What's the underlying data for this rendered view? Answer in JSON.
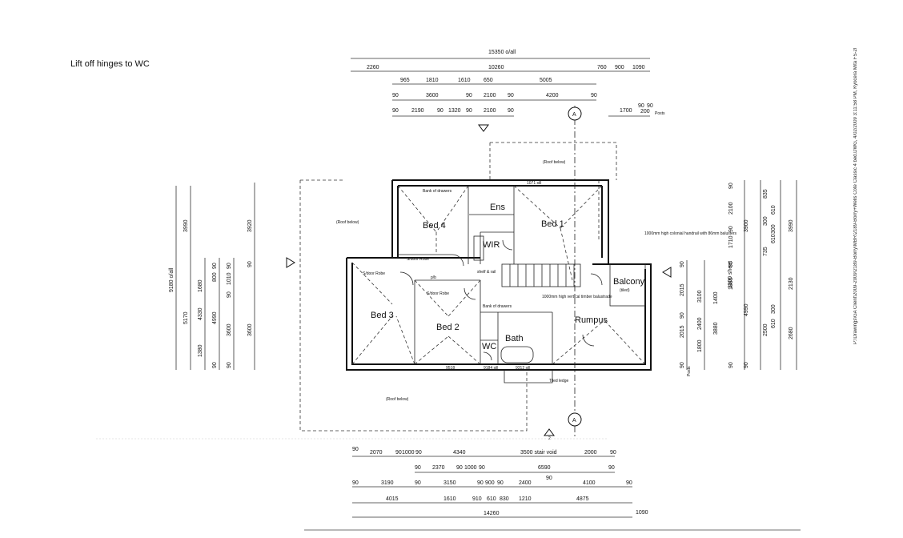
{
  "note": "Lift off hinges to WC",
  "side_text": "P:\\Drawings\\GA Client\\2009-2009\\2189-Borry\\MBR\\2189-Borry+Wells Cote Classic 4 bed.DWG, 4/02/2009 3:11:58 PM, Kyocera Mita FS-2000D KX",
  "rooms": {
    "bed4": "Bed 4",
    "bed1": "Bed 1",
    "ens": "Ens",
    "wir": "WIR",
    "bed3": "Bed 3",
    "bed2": "Bed 2",
    "bath": "Bath",
    "wc": "WC",
    "rumpus": "Rumpus",
    "balcony": "Balcony"
  },
  "labels": {
    "roof_below_top": "(Roof below)",
    "roof_below_left": "(Roof below)",
    "roof_below_bottom": "(Roof below)",
    "bank_drawers_top": "Bank of drawers",
    "bank_drawers_mid": "Bank of drawers",
    "sdoor_robe_1": "S/door Robe",
    "sdoor_robe_2": "S/door Robe",
    "sdoor_robe_3": "S/door Robe",
    "pb": "p/b",
    "shelf": "shelf & rail",
    "handrail": "1000mm high colonial handrail with 86mm balusters",
    "balustrade": "1000mm high vertical timber balustrade",
    "balcony_sub": "(tiled)",
    "tiled_ledge": "Tiled ledge",
    "section_a": "A",
    "marker_2": "2",
    "ledge_1": "1071 sill",
    "ledge_2": "9184 sill",
    "ledge_3": "9312 sill",
    "ledge_4": "9518"
  },
  "dims_top": {
    "overall": "15350 o/all",
    "row1": [
      "2260",
      "10260",
      "760",
      "900",
      "1090"
    ],
    "row2": [
      "965",
      "1810",
      "1610",
      "650",
      "5005"
    ],
    "row3": [
      "90",
      "3600",
      "90",
      "2100",
      "90",
      "4200",
      "90"
    ],
    "row4": [
      "90",
      "2190",
      "90",
      "1320",
      "90",
      "2100",
      "90"
    ],
    "posts": [
      "1700",
      "90",
      "90",
      "200"
    ],
    "posts_label": "Posts"
  },
  "dims_left": {
    "overall": "9180 o/all",
    "a": [
      "3990",
      "5170"
    ],
    "b": [
      "1680",
      "4330",
      "1380"
    ],
    "c": [
      "90",
      "800",
      "4990",
      "90"
    ],
    "d": [
      "90",
      "1010",
      "90",
      "3600",
      "90"
    ],
    "e": [
      "3920",
      "90",
      "3600"
    ]
  },
  "dims_right": {
    "a": [
      "90",
      "2100",
      "90",
      "1710",
      "90",
      "1880",
      "90"
    ],
    "b": [
      "3900",
      "4990",
      "90"
    ],
    "c": [
      "835",
      "610",
      "300",
      "735",
      "610",
      "300",
      "2500",
      "610",
      "300"
    ],
    "d": [
      "3990",
      "2130",
      "2680"
    ],
    "e": [
      "90",
      "2015",
      "90",
      "2015",
      "90"
    ],
    "f": [
      "3100",
      "1400",
      "2400",
      "1800"
    ],
    "g": [
      "1100 sheet",
      "3880"
    ],
    "posts": "Posts"
  },
  "dims_bottom": {
    "row1": [
      "90",
      "2070",
      "90",
      "1000",
      "90",
      "4340",
      "3500 stair void",
      "2000",
      "90"
    ],
    "row2": [
      "90",
      "2370",
      "90",
      "1000",
      "90",
      "6590",
      "90"
    ],
    "row3": [
      "90",
      "3190",
      "90",
      "3150",
      "90",
      "900",
      "90",
      "2400",
      "90",
      "4100",
      "90"
    ],
    "row4": [
      "4015",
      "1610",
      "910",
      "610",
      "830",
      "1210",
      "4875"
    ],
    "overall": [
      "14260",
      "1090"
    ]
  }
}
